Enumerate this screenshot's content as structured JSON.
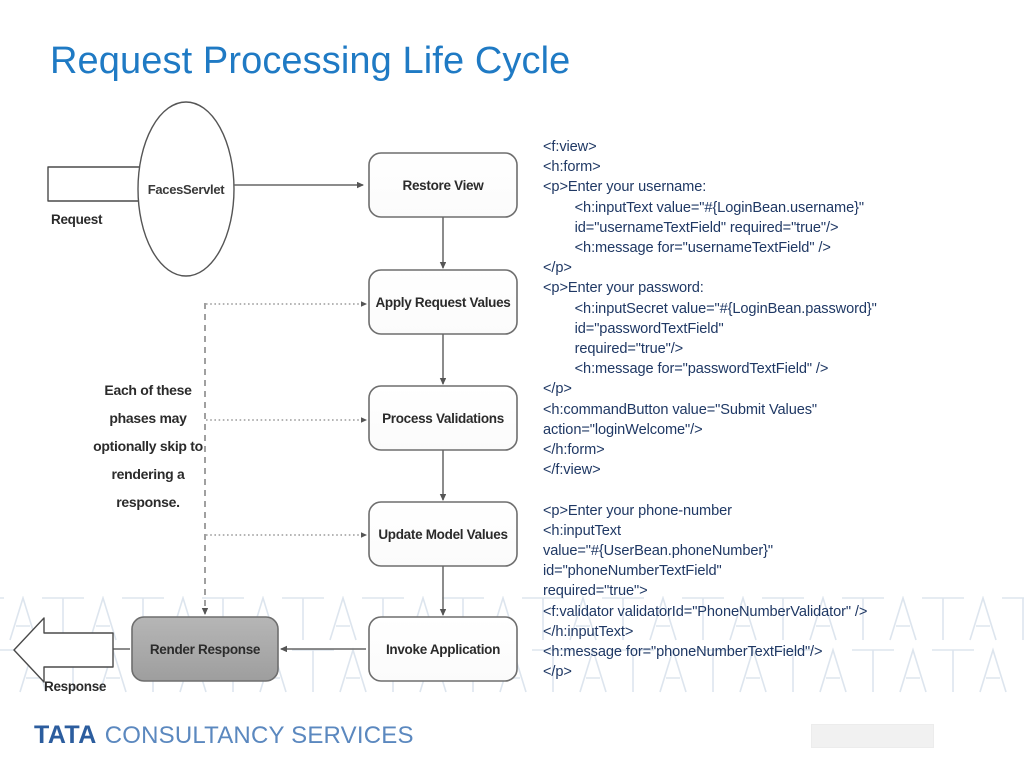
{
  "slide": {
    "title": "Request Processing Life Cycle"
  },
  "diagram": {
    "request_arrow_label": "Request",
    "response_arrow_label": "Response",
    "servlet_label": "FacesServlet",
    "phases": [
      {
        "label": "Restore View"
      },
      {
        "label": "Apply Request Values"
      },
      {
        "label": "Process Validations"
      },
      {
        "label": "Update Model Values"
      },
      {
        "label": "Invoke Application"
      },
      {
        "label": "Render Response"
      }
    ],
    "note_lines": [
      "Each of these",
      "phases may",
      "optionally skip to",
      "rendering a",
      "response."
    ]
  },
  "code": {
    "lines": [
      "<f:view>",
      "<h:form>",
      "<p>Enter your username:",
      "        <h:inputText value=\"#{LoginBean.username}\"",
      "        id=\"usernameTextField\" required=\"true\"/>",
      "        <h:message for=\"usernameTextField\" />",
      "</p>",
      "<p>Enter your password:",
      "        <h:inputSecret value=\"#{LoginBean.password}\"",
      "        id=\"passwordTextField\"",
      "        required=\"true\"/>",
      "        <h:message for=\"passwordTextField\" />",
      "</p>",
      "<h:commandButton value=\"Submit Values\"",
      "action=\"loginWelcome\"/>",
      "</h:form>",
      "</f:view>",
      "",
      "<p>Enter your phone-number",
      "<h:inputText",
      "value=\"#{UserBean.phoneNumber}\"",
      "id=\"phoneNumberTextField\"",
      "required=\"true\">",
      "<f:validator validatorId=\"PhoneNumberValidator\" />",
      "</h:inputText>",
      "<h:message for=\"phoneNumberTextField\"/>",
      "</p>"
    ]
  },
  "footer": {
    "logo_bold": "TATA",
    "logo_rest": "CONSULTANCY SERVICES",
    "watermark_text": "TATA"
  },
  "colors": {
    "title": "#1f7ac4",
    "code_text": "#1f3864",
    "logo_bold": "#2c5d9e",
    "logo_rest": "#5b88bf",
    "render_response_fill": "#a8a8a8",
    "watermark": "#dfe6ef"
  }
}
